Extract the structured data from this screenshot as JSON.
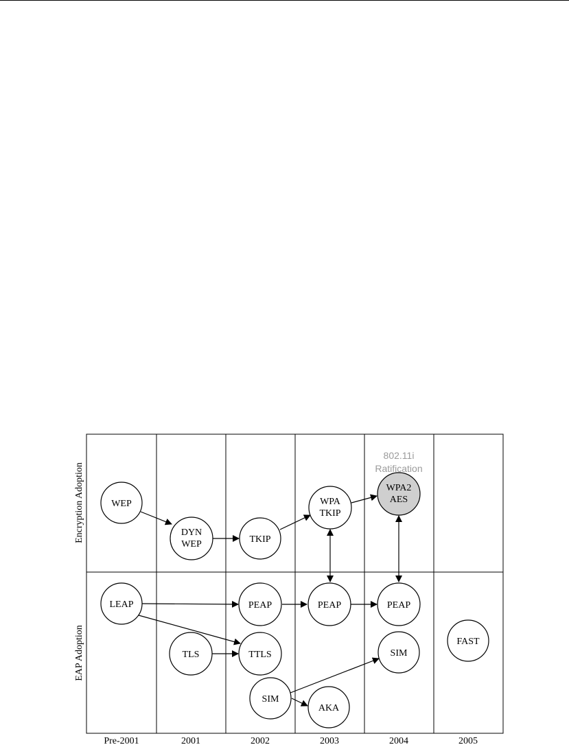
{
  "row_labels": {
    "encryption": "Encryption Adoption",
    "eap": "EAP Adoption"
  },
  "columns": [
    "Pre-2001",
    "2001",
    "2002",
    "2003",
    "2004",
    "2005"
  ],
  "ratification_note": {
    "line1": "802.11i",
    "line2": "Ratification"
  },
  "nodes": {
    "wep": [
      "WEP"
    ],
    "dyn_wep": [
      "DYN",
      "WEP"
    ],
    "tkip": [
      "TKIP"
    ],
    "wpa_tkip": [
      "WPA",
      "TKIP"
    ],
    "wpa2_aes": [
      "WPA2",
      "AES"
    ],
    "leap": [
      "LEAP"
    ],
    "peap_2002": [
      "PEAP"
    ],
    "peap_2003": [
      "PEAP"
    ],
    "peap_2004": [
      "PEAP"
    ],
    "ttls": [
      "TTLS"
    ],
    "tls": [
      "TLS"
    ],
    "sim_2004": [
      "SIM"
    ],
    "fast": [
      "FAST"
    ],
    "sim_2002": [
      "SIM"
    ],
    "aka": [
      "AKA"
    ]
  },
  "colors": {
    "highlight_fill": "#cfcfcf",
    "note_text": "#9b9b9b"
  }
}
